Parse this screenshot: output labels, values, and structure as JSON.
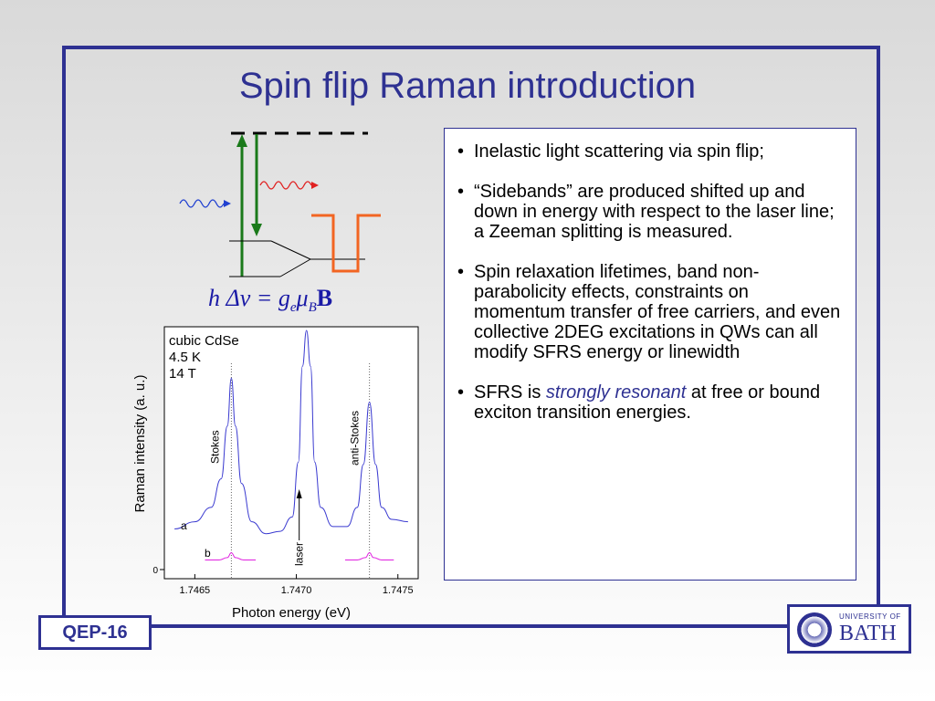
{
  "slide": {
    "title": "Spin flip Raman introduction",
    "badge": "QEP-16",
    "logo": {
      "line1": "UNIVERSITY OF",
      "line2": "BATH"
    }
  },
  "formula": {
    "h": "h",
    "delta_nu": "Δν = g",
    "sub_e": "e",
    "mu": "μ",
    "sub_b": "B",
    "field": "B"
  },
  "bullets": [
    {
      "text": "Inelastic light scattering via spin flip;"
    },
    {
      "text": "“Sidebands” are produced shifted up and down in energy with respect to the laser line; a Zeeman splitting is measured."
    },
    {
      "text": "Spin relaxation lifetimes, band  non-parabolicity effects, constraints on momentum transfer of free carriers, and even collective 2DEG excitations in QWs can all modify SFRS energy or linewidth"
    },
    {
      "pre": "SFRS is ",
      "emph": "strongly resonant",
      "post": " at free or bound exciton transition energies."
    }
  ],
  "colors": {
    "accent": "#2e3192",
    "spectrum_a": "#3a3ad0",
    "spectrum_b": "#e01fe0",
    "level_orange": "#f26522",
    "arrow_green": "#1a7a1a",
    "wave_red": "#e02020",
    "wave_blue": "#2040d0"
  },
  "chart_data": {
    "type": "line",
    "xlabel": "Photon energy (eV)",
    "ylabel": "Raman intensity (a. u.)",
    "xlim": [
      1.74635,
      1.7476
    ],
    "ylim": [
      0,
      1
    ],
    "xticks": [
      1.7465,
      1.747,
      1.7475
    ],
    "xtick_labels": [
      "1.7465",
      "1.7470",
      "1.7475"
    ],
    "yticks": [
      0
    ],
    "ytick_labels": [
      "0"
    ],
    "annotations": {
      "sample": [
        "cubic CdSe",
        "4.5 K",
        "14 T"
      ],
      "stokes": "Stokes",
      "anti_stokes": "anti-Stokes",
      "laser": "laser",
      "trace_a": "a",
      "trace_b": "b"
    },
    "peaks": {
      "stokes": 1.74668,
      "laser": 1.74705,
      "anti_stokes": 1.74736
    },
    "series": [
      {
        "values_label": "a",
        "x": [
          1.7464,
          1.7465,
          1.74658,
          1.74663,
          1.74666,
          1.74668,
          1.7467,
          1.74673,
          1.74678,
          1.74685,
          1.74692,
          1.74698,
          1.74701,
          1.74703,
          1.74705,
          1.74707,
          1.74709,
          1.74712,
          1.74718,
          1.74725,
          1.7473,
          1.74733,
          1.74736,
          1.74739,
          1.74742,
          1.74747,
          1.74755
        ],
        "y": [
          0.17,
          0.2,
          0.26,
          0.38,
          0.6,
          0.8,
          0.6,
          0.36,
          0.2,
          0.15,
          0.16,
          0.22,
          0.45,
          0.85,
          1.0,
          0.85,
          0.45,
          0.26,
          0.18,
          0.18,
          0.26,
          0.44,
          0.7,
          0.44,
          0.26,
          0.21,
          0.2
        ]
      },
      {
        "values_label": "b",
        "x": [
          1.74655,
          1.74662,
          1.74666,
          1.74668,
          1.7467,
          1.74674,
          1.7468,
          1.74724,
          1.7473,
          1.74734,
          1.74736,
          1.74738,
          1.74742,
          1.74748
        ],
        "y": [
          0.04,
          0.04,
          0.05,
          0.07,
          0.05,
          0.04,
          0.04,
          0.04,
          0.04,
          0.05,
          0.07,
          0.05,
          0.04,
          0.04
        ]
      }
    ]
  }
}
